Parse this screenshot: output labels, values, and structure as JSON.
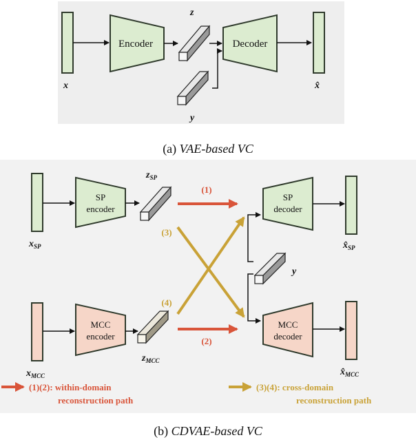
{
  "colors": {
    "green_fill": "#dcecd0",
    "green_stroke": "#2f3a2c",
    "pink_fill": "#f6d6c8",
    "top_bg": "#eeeeee",
    "red_path": "#d9553a",
    "gold_path": "#c9a237",
    "cube_front": "#f7f7f7",
    "cube_top": "#e8e8e8",
    "cube_side": "#9a9a9a"
  },
  "diagram_a": {
    "input_label": "x",
    "encoder_label": "Encoder",
    "latent_label": "z",
    "decoder_label": "Decoder",
    "condition_label": "y",
    "output_label": "x̂",
    "caption_prefix": "(a) ",
    "caption_italic": "VAE-based VC"
  },
  "diagram_b": {
    "sp_input_label": "x",
    "sp_input_sub": "SP",
    "sp_encoder_line1": "SP",
    "sp_encoder_line2": "encoder",
    "sp_latent_label": "z",
    "sp_latent_sub": "SP",
    "mcc_input_label": "x",
    "mcc_input_sub": "MCC",
    "mcc_encoder_line1": "MCC",
    "mcc_encoder_line2": "encoder",
    "mcc_latent_label": "z",
    "mcc_latent_sub": "MCC",
    "sp_decoder_line1": "SP",
    "sp_decoder_line2": "decoder",
    "mcc_decoder_line1": "MCC",
    "mcc_decoder_line2": "decoder",
    "condition_label": "y",
    "sp_output_label": "x̂",
    "sp_output_sub": "SP",
    "mcc_output_label": "x̂",
    "mcc_output_sub": "MCC",
    "path1_label": "(1)",
    "path2_label": "(2)",
    "path3_label": "(3)",
    "path4_label": "(4)",
    "legend_within_line1": "(1)(2): within-domain",
    "legend_within_line2": "reconstruction path",
    "legend_cross_line1": "(3)(4): cross-domain",
    "legend_cross_line2": "reconstruction path",
    "caption_prefix": "(b) ",
    "caption_italic": "CDVAE-based VC"
  }
}
